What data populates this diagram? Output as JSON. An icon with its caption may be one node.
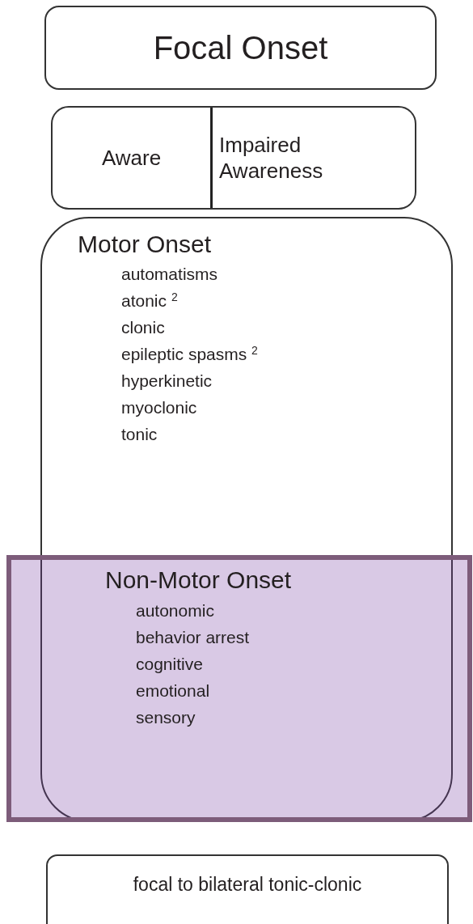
{
  "diagram": {
    "nodes": [
      {
        "text": [
          "Focal Onset"
        ]
      },
      {
        "text": [
          "Aware",
          "Impaired Awareness"
        ]
      },
      {
        "text": [
          "Motor Onset",
          "automatisms",
          "atonic $^{2}$",
          "clonic",
          "epileptic spasms $^{2}$",
          "hyperkinetic",
          "myoclonic",
          "tonic"
        ]
      },
      {
        "text": [
          "Non-Motor Onset",
          "autonomic",
          "behavior arrest",
          "cognitive",
          "emotional",
          "sensory"
        ]
      },
      {
        "text": [
          "focal to bilateral tonic-clonic"
        ]
      }
    ]
  }
}
